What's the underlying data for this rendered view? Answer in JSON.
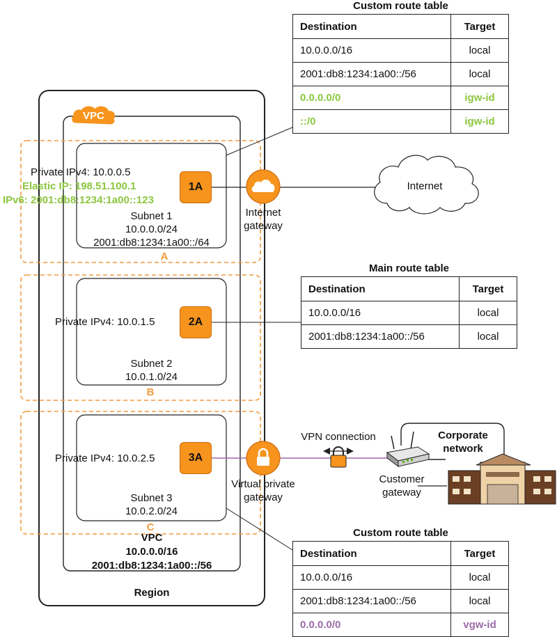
{
  "region": {
    "label": "Region"
  },
  "vpc": {
    "badge": "VPC",
    "footer_title": "VPC",
    "cidr_ipv4": "10.0.0.0/16",
    "cidr_ipv6": "2001:db8:1234:1a00::/56"
  },
  "zones": [
    {
      "label": "A",
      "subnet_name": "Subnet 1",
      "subnet_ipv4": "10.0.0.0/24",
      "subnet_ipv6": "2001:db8:1234:1a00::/64",
      "instance": "1A",
      "private_ip": "Private IPv4:  10.0.0.5",
      "elastic_ip": "Elastic IP: 198.51.100.1",
      "ipv6": "IPv6: 2001:db8:1234:1a00::123"
    },
    {
      "label": "B",
      "subnet_name": "Subnet 2",
      "subnet_ipv4": "10.0.1.0/24",
      "instance": "2A",
      "private_ip": "Private IPv4:  10.0.1.5"
    },
    {
      "label": "C",
      "subnet_name": "Subnet 3",
      "subnet_ipv4": "10.0.2.0/24",
      "instance": "3A",
      "private_ip": "Private IPv4:  10.0.2.5"
    }
  ],
  "internet_gateway": {
    "label_line1": "Internet",
    "label_line2": "gateway"
  },
  "internet": {
    "label": "Internet"
  },
  "vpn_gateway": {
    "label_line1": "Virtual private",
    "label_line2": "gateway"
  },
  "vpn_connection": {
    "label": "VPN connection"
  },
  "customer_gateway": {
    "label_line1": "Customer",
    "label_line2": "gateway"
  },
  "corporate_network": {
    "label_line1": "Corporate",
    "label_line2": "network"
  },
  "colors": {
    "accent_orange": "#f7941d",
    "zone_orange": "#f29a3e",
    "green": "#8cc63f",
    "purple": "#9b6ba6"
  },
  "route_tables": [
    {
      "title": "Custom route table",
      "headers": {
        "destination": "Destination",
        "target": "Target"
      },
      "rows": [
        {
          "destination": "10.0.0.0/16",
          "target": "local",
          "highlight": ""
        },
        {
          "destination": "2001:db8:1234:1a00::/56",
          "target": "local",
          "highlight": ""
        },
        {
          "destination": "0.0.0.0/0",
          "target": "igw-id",
          "highlight": "green"
        },
        {
          "destination": "::/0",
          "target": "igw-id",
          "highlight": "green"
        }
      ]
    },
    {
      "title": "Main route table",
      "headers": {
        "destination": "Destination",
        "target": "Target"
      },
      "rows": [
        {
          "destination": "10.0.0.0/16",
          "target": "local",
          "highlight": ""
        },
        {
          "destination": "2001:db8:1234:1a00::/56",
          "target": "local",
          "highlight": ""
        }
      ]
    },
    {
      "title": "Custom route table",
      "headers": {
        "destination": "Destination",
        "target": "Target"
      },
      "rows": [
        {
          "destination": "10.0.0.0/16",
          "target": "local",
          "highlight": ""
        },
        {
          "destination": "2001:db8:1234:1a00::/56",
          "target": "local",
          "highlight": ""
        },
        {
          "destination": "0.0.0.0/0",
          "target": "vgw-id",
          "highlight": "purple"
        }
      ]
    }
  ]
}
